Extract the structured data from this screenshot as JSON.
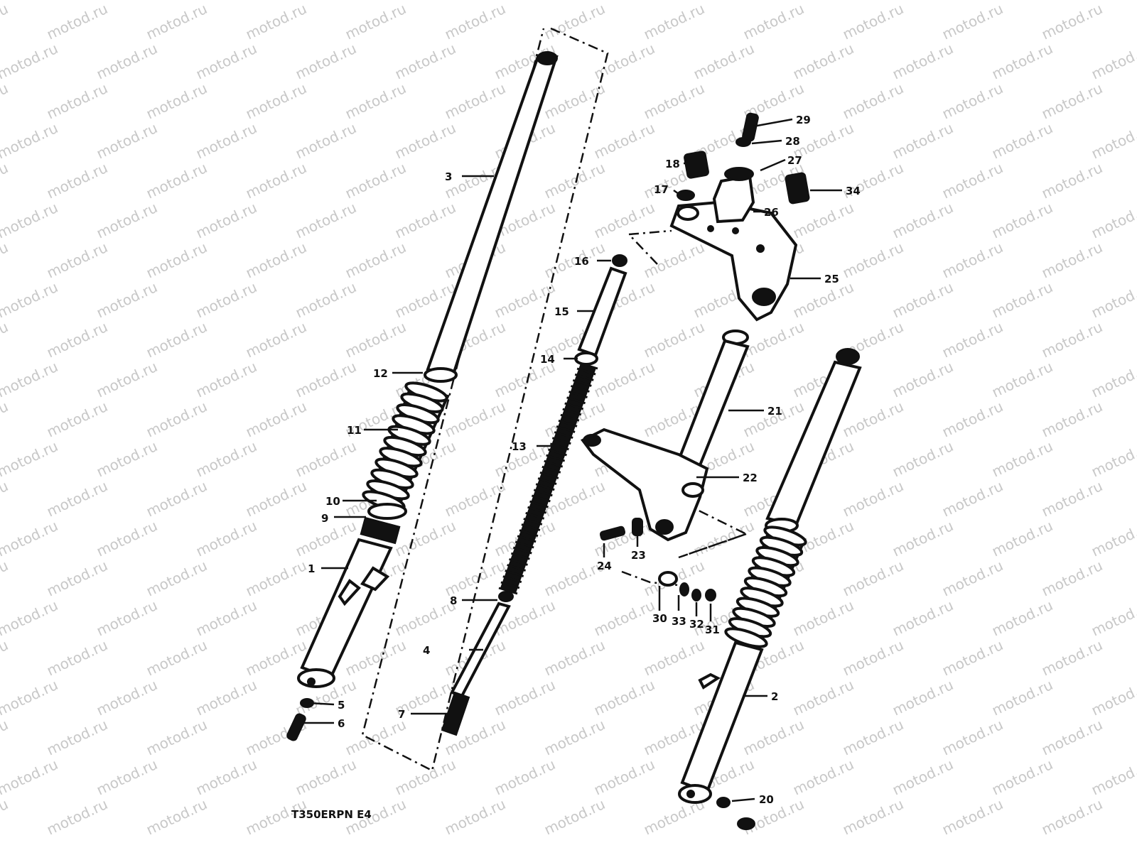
{
  "watermark": {
    "text": "motod.ru"
  },
  "diagram": {
    "caption": "T350ERPN E4",
    "callouts": [
      {
        "id": "c1",
        "label": "1"
      },
      {
        "id": "c2",
        "label": "2"
      },
      {
        "id": "c3",
        "label": "3"
      },
      {
        "id": "c4",
        "label": "4"
      },
      {
        "id": "c5",
        "label": "5"
      },
      {
        "id": "c6",
        "label": "6"
      },
      {
        "id": "c7",
        "label": "7"
      },
      {
        "id": "c8",
        "label": "8"
      },
      {
        "id": "c9",
        "label": "9"
      },
      {
        "id": "c10",
        "label": "10"
      },
      {
        "id": "c11",
        "label": "11"
      },
      {
        "id": "c12",
        "label": "12"
      },
      {
        "id": "c13",
        "label": "13"
      },
      {
        "id": "c14",
        "label": "14"
      },
      {
        "id": "c15",
        "label": "15"
      },
      {
        "id": "c16",
        "label": "16"
      },
      {
        "id": "c17",
        "label": "17"
      },
      {
        "id": "c18",
        "label": "18"
      },
      {
        "id": "c20",
        "label": "20"
      },
      {
        "id": "c21",
        "label": "21"
      },
      {
        "id": "c22",
        "label": "22"
      },
      {
        "id": "c23",
        "label": "23"
      },
      {
        "id": "c24",
        "label": "24"
      },
      {
        "id": "c25",
        "label": "25"
      },
      {
        "id": "c26",
        "label": "26"
      },
      {
        "id": "c27",
        "label": "27"
      },
      {
        "id": "c28",
        "label": "28"
      },
      {
        "id": "c29",
        "label": "29"
      },
      {
        "id": "c30",
        "label": "30"
      },
      {
        "id": "c31",
        "label": "31"
      },
      {
        "id": "c32",
        "label": "32"
      },
      {
        "id": "c33",
        "label": "33"
      },
      {
        "id": "c34",
        "label": "34"
      }
    ]
  }
}
